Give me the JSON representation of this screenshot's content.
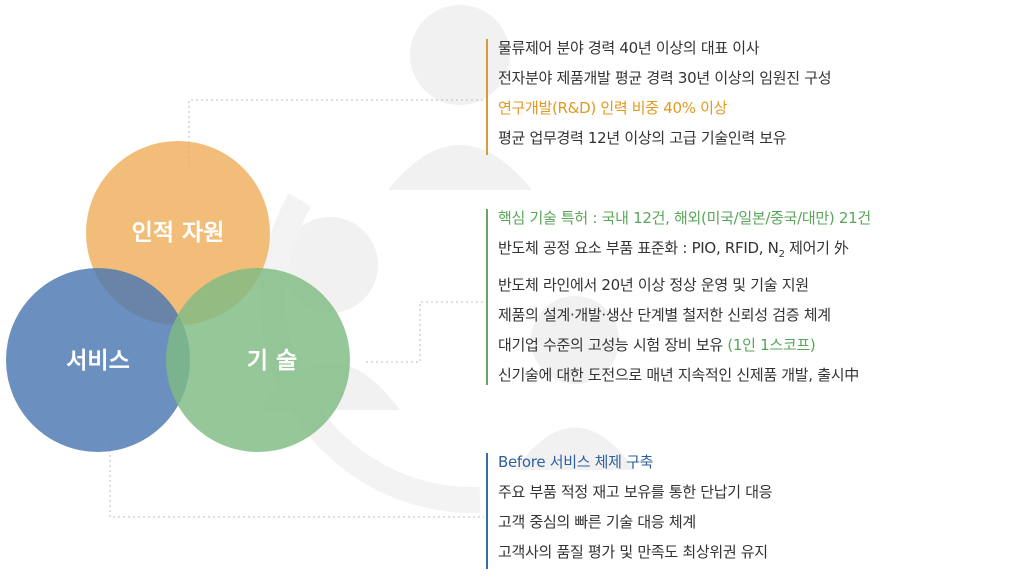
{
  "circles": {
    "people": "인적 자원",
    "service": "서비스",
    "tech": "기 술"
  },
  "groups": [
    {
      "lines": [
        {
          "text": "물류제어 분야 경력 40년 이상의 대표 이사"
        },
        {
          "text": "전자분야 제품개발 평균 경력 30년 이상의 임원진 구성"
        },
        {
          "text": "연구개발(R&D) 인력 비중 40% 이상",
          "color": "#e3981f"
        },
        {
          "text": "평균 업무경력 12년 이상의 고급 기술인력 보유"
        }
      ]
    },
    {
      "lines": [
        {
          "text": "핵심 기술 특허 : 국내 12건, 해외(미국/일본/중국/대만) 21건",
          "color": "#5aa55a"
        },
        {
          "text": "반도체 공정 요소 부품 표준화 : PIO, RFID, N",
          "sub": "2",
          "tail": " 제어기 外"
        },
        {
          "text": "반도체 라인에서 20년 이상 정상 운영 및 기술 지원"
        },
        {
          "text": "제품의 설계·개발·생산 단계별 철저한 신뢰성 검증 체계"
        },
        {
          "text": "대기업 수준의 고성능 시험 장비 보유 ",
          "highlight": "(1인 1스코프)",
          "highlight_color": "#5aa55a"
        },
        {
          "text": "신기술에 대한 도전으로 매년 지속적인 신제품 개발, 출시中"
        }
      ]
    },
    {
      "lines": [
        {
          "text": "Before 서비스 체제 구축",
          "color": "#2f5f9e"
        },
        {
          "text": "주요 부품 적정 재고 보유를 통한 단납기 대응"
        },
        {
          "text": "고객 중심의 빠른 기술 대응 체계"
        },
        {
          "text": "고객사의 품질 평가 및 만족도 최상위권 유지"
        }
      ]
    }
  ],
  "colors": {
    "people": "#eeae5c",
    "service": "#4a77b1",
    "tech": "#7fbb83",
    "connector": "#c9c9c9"
  }
}
